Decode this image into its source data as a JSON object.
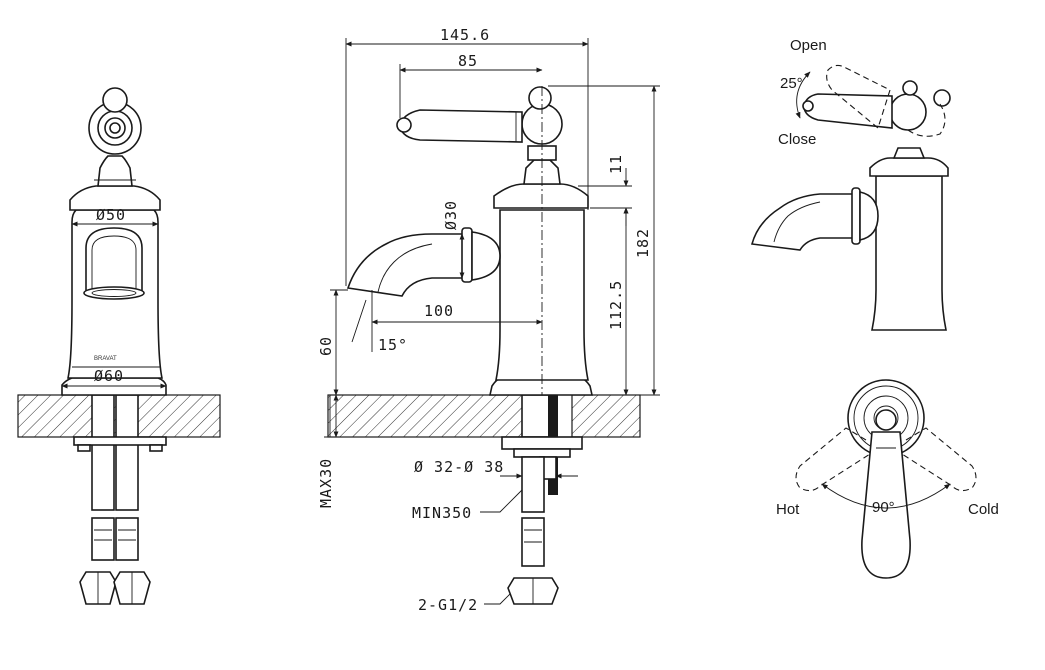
{
  "dimensions": {
    "d50": "Ø50",
    "d60": "Ø60",
    "w145": "145.6",
    "w85": "85",
    "d30": "Ø30",
    "w100": "100",
    "ang15": "15°",
    "h60": "60",
    "max30": "MAX30",
    "d32_38": "Ø 32-Ø 38",
    "min350": "MIN350",
    "g12": "2-G1/2",
    "h11": "11",
    "h112": "112.5",
    "h182": "182"
  },
  "handle_side": {
    "open": "Open",
    "angle": "25°",
    "close": "Close"
  },
  "handle_top": {
    "hot": "Hot",
    "angle": "90°",
    "cold": "Cold"
  },
  "brand": "BRAVAT"
}
